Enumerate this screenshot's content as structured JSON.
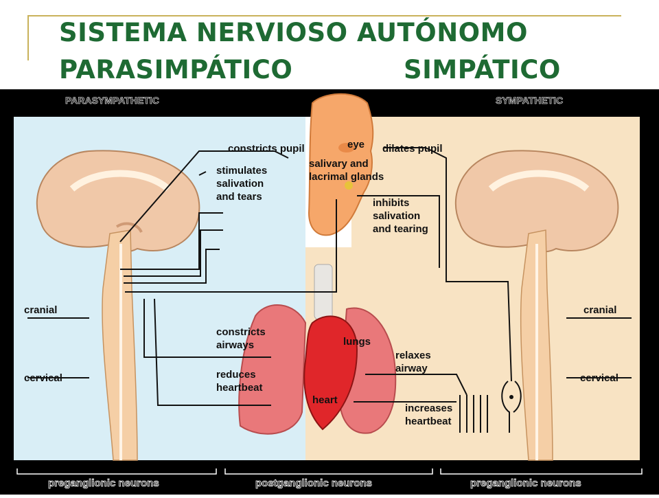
{
  "slide": {
    "title_line1": "SISTEMA NERVIOSO AUTÓNOMO",
    "title_line2_left": "PARASIMPÁTICO",
    "title_line2_right": "SIMPÁTICO"
  },
  "figure": {
    "panel_left_heading": "PARASYMPATHETIC",
    "panel_right_heading": "SYMPATHETIC",
    "left_labels": {
      "constricts_pupil": "constricts pupil",
      "stimulates_1": "stimulates",
      "stimulates_2": "salivation",
      "stimulates_3": "and tears",
      "constricts_airways_1": "constricts",
      "constricts_airways_2": "airways",
      "reduces_1": "reduces",
      "reduces_2": "heartbeat",
      "cranial": "cranial",
      "cervical": "cervical"
    },
    "center_labels": {
      "eye": "eye",
      "salivary_1": "salivary and",
      "salivary_2": "lacrimal glands",
      "lungs": "lungs",
      "heart": "heart"
    },
    "right_labels": {
      "dilates_pupil": "dilates pupil",
      "inhibits_1": "inhibits",
      "inhibits_2": "salivation",
      "inhibits_3": "and tearing",
      "relaxes_1": "relaxes",
      "relaxes_2": "airway",
      "increases_1": "increases",
      "increases_2": "heartbeat",
      "cranial": "cranial",
      "cervical": "cervical"
    },
    "bottom_labels": {
      "left": "preganglionic neurons",
      "center": "postganglionic neurons",
      "right": "preganglionic neurons"
    },
    "colors": {
      "parasympathetic_bg": "#d9eef6",
      "sympathetic_bg": "#f8e3c3",
      "title_green": "#1e6a33",
      "heart_red": "#e0262a",
      "lung_pink": "#e9787a"
    }
  }
}
